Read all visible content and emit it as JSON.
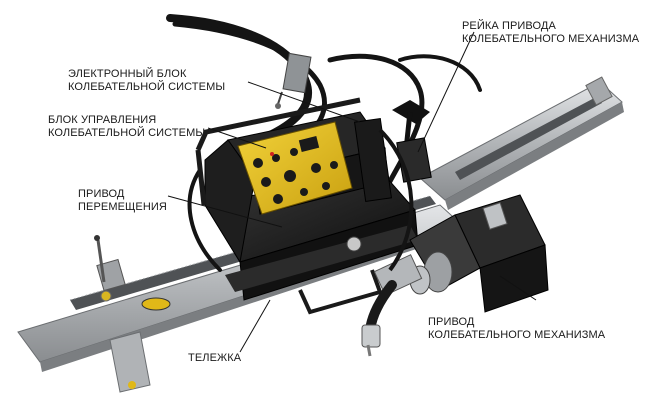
{
  "labels": {
    "rail_drive": [
      "РЕЙКА ПРИВОДА",
      "КОЛЕБАТЕЛЬНОГО МЕХАНИЗМА"
    ],
    "electronic_unit": [
      "ЭЛЕКТРОННЫЙ БЛОК",
      "КОЛЕБАТЕЛЬНОЙ СИСТЕМЫ"
    ],
    "control_unit": [
      "БЛОК УПРАВЛЕНИЯ",
      "КОЛЕБАТЕЛЬНОЙ СИСТЕМЫ"
    ],
    "travel_drive": [
      "ПРИВОД",
      "ПЕРЕМЕЩЕНИЯ"
    ],
    "oscillator_drive": [
      "ПРИВОД",
      "КОЛЕБАТЕЛЬНОГО МЕХАНИЗМА"
    ],
    "carriage": [
      "ТЕЛЕЖКА"
    ]
  },
  "colors": {
    "panel_yellow": "#e8c020",
    "body_black": "#1c1c1c",
    "rail_silver": "#b9bcbf",
    "rack_dark": "#5a5d60"
  }
}
